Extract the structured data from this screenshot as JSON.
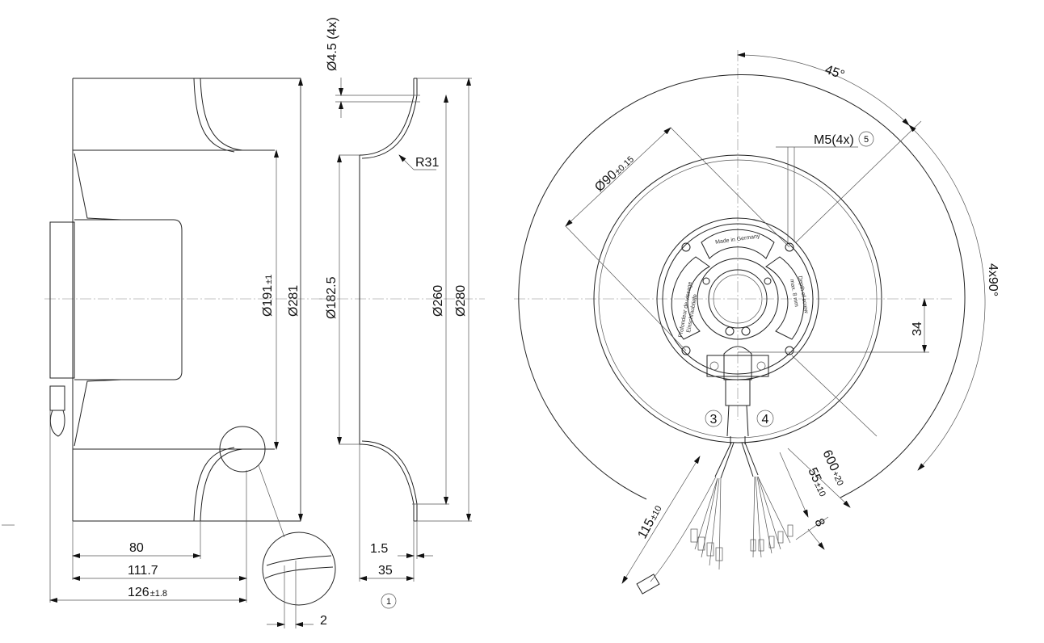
{
  "side_view": {
    "dim_80": "80",
    "dim_111_7": "111.7",
    "dim_126": "126",
    "dim_126_tol": "±1.8",
    "dim_d191": "Ø191",
    "dim_d191_tol": "±1",
    "dim_d281": "Ø281",
    "detail_dim_2": "2"
  },
  "section_view": {
    "dim_holes": "Ø4.5 (4x)",
    "dim_r31": "R31",
    "dim_d182_5": "Ø182.5",
    "dim_d260": "Ø260",
    "dim_d280": "Ø280",
    "dim_1_5": "1.5",
    "dim_35": "35",
    "callout_1": "1"
  },
  "front_view": {
    "angle_45": "45°",
    "angle_4x90": "4x90°",
    "thread_m5": "M5(4x)",
    "callout_5": "5",
    "dim_d90": "Ø90",
    "dim_d90_tol": "±0.15",
    "dim_34": "34",
    "callout_3": "3",
    "callout_4": "4",
    "dim_600": "600",
    "dim_600_tol": "+20",
    "dim_55": "55",
    "dim_55_tol": "±10",
    "dim_8": "8",
    "dim_115": "115",
    "dim_115_tol": "±10",
    "label_made_in": "Made in Germany",
    "label_depth_1": "Depth of screw",
    "label_depth_2": "max. 8 mm",
    "label_prof_1": "Profondeur de vissage",
    "label_prof_2": "Einschraubtiefe"
  }
}
